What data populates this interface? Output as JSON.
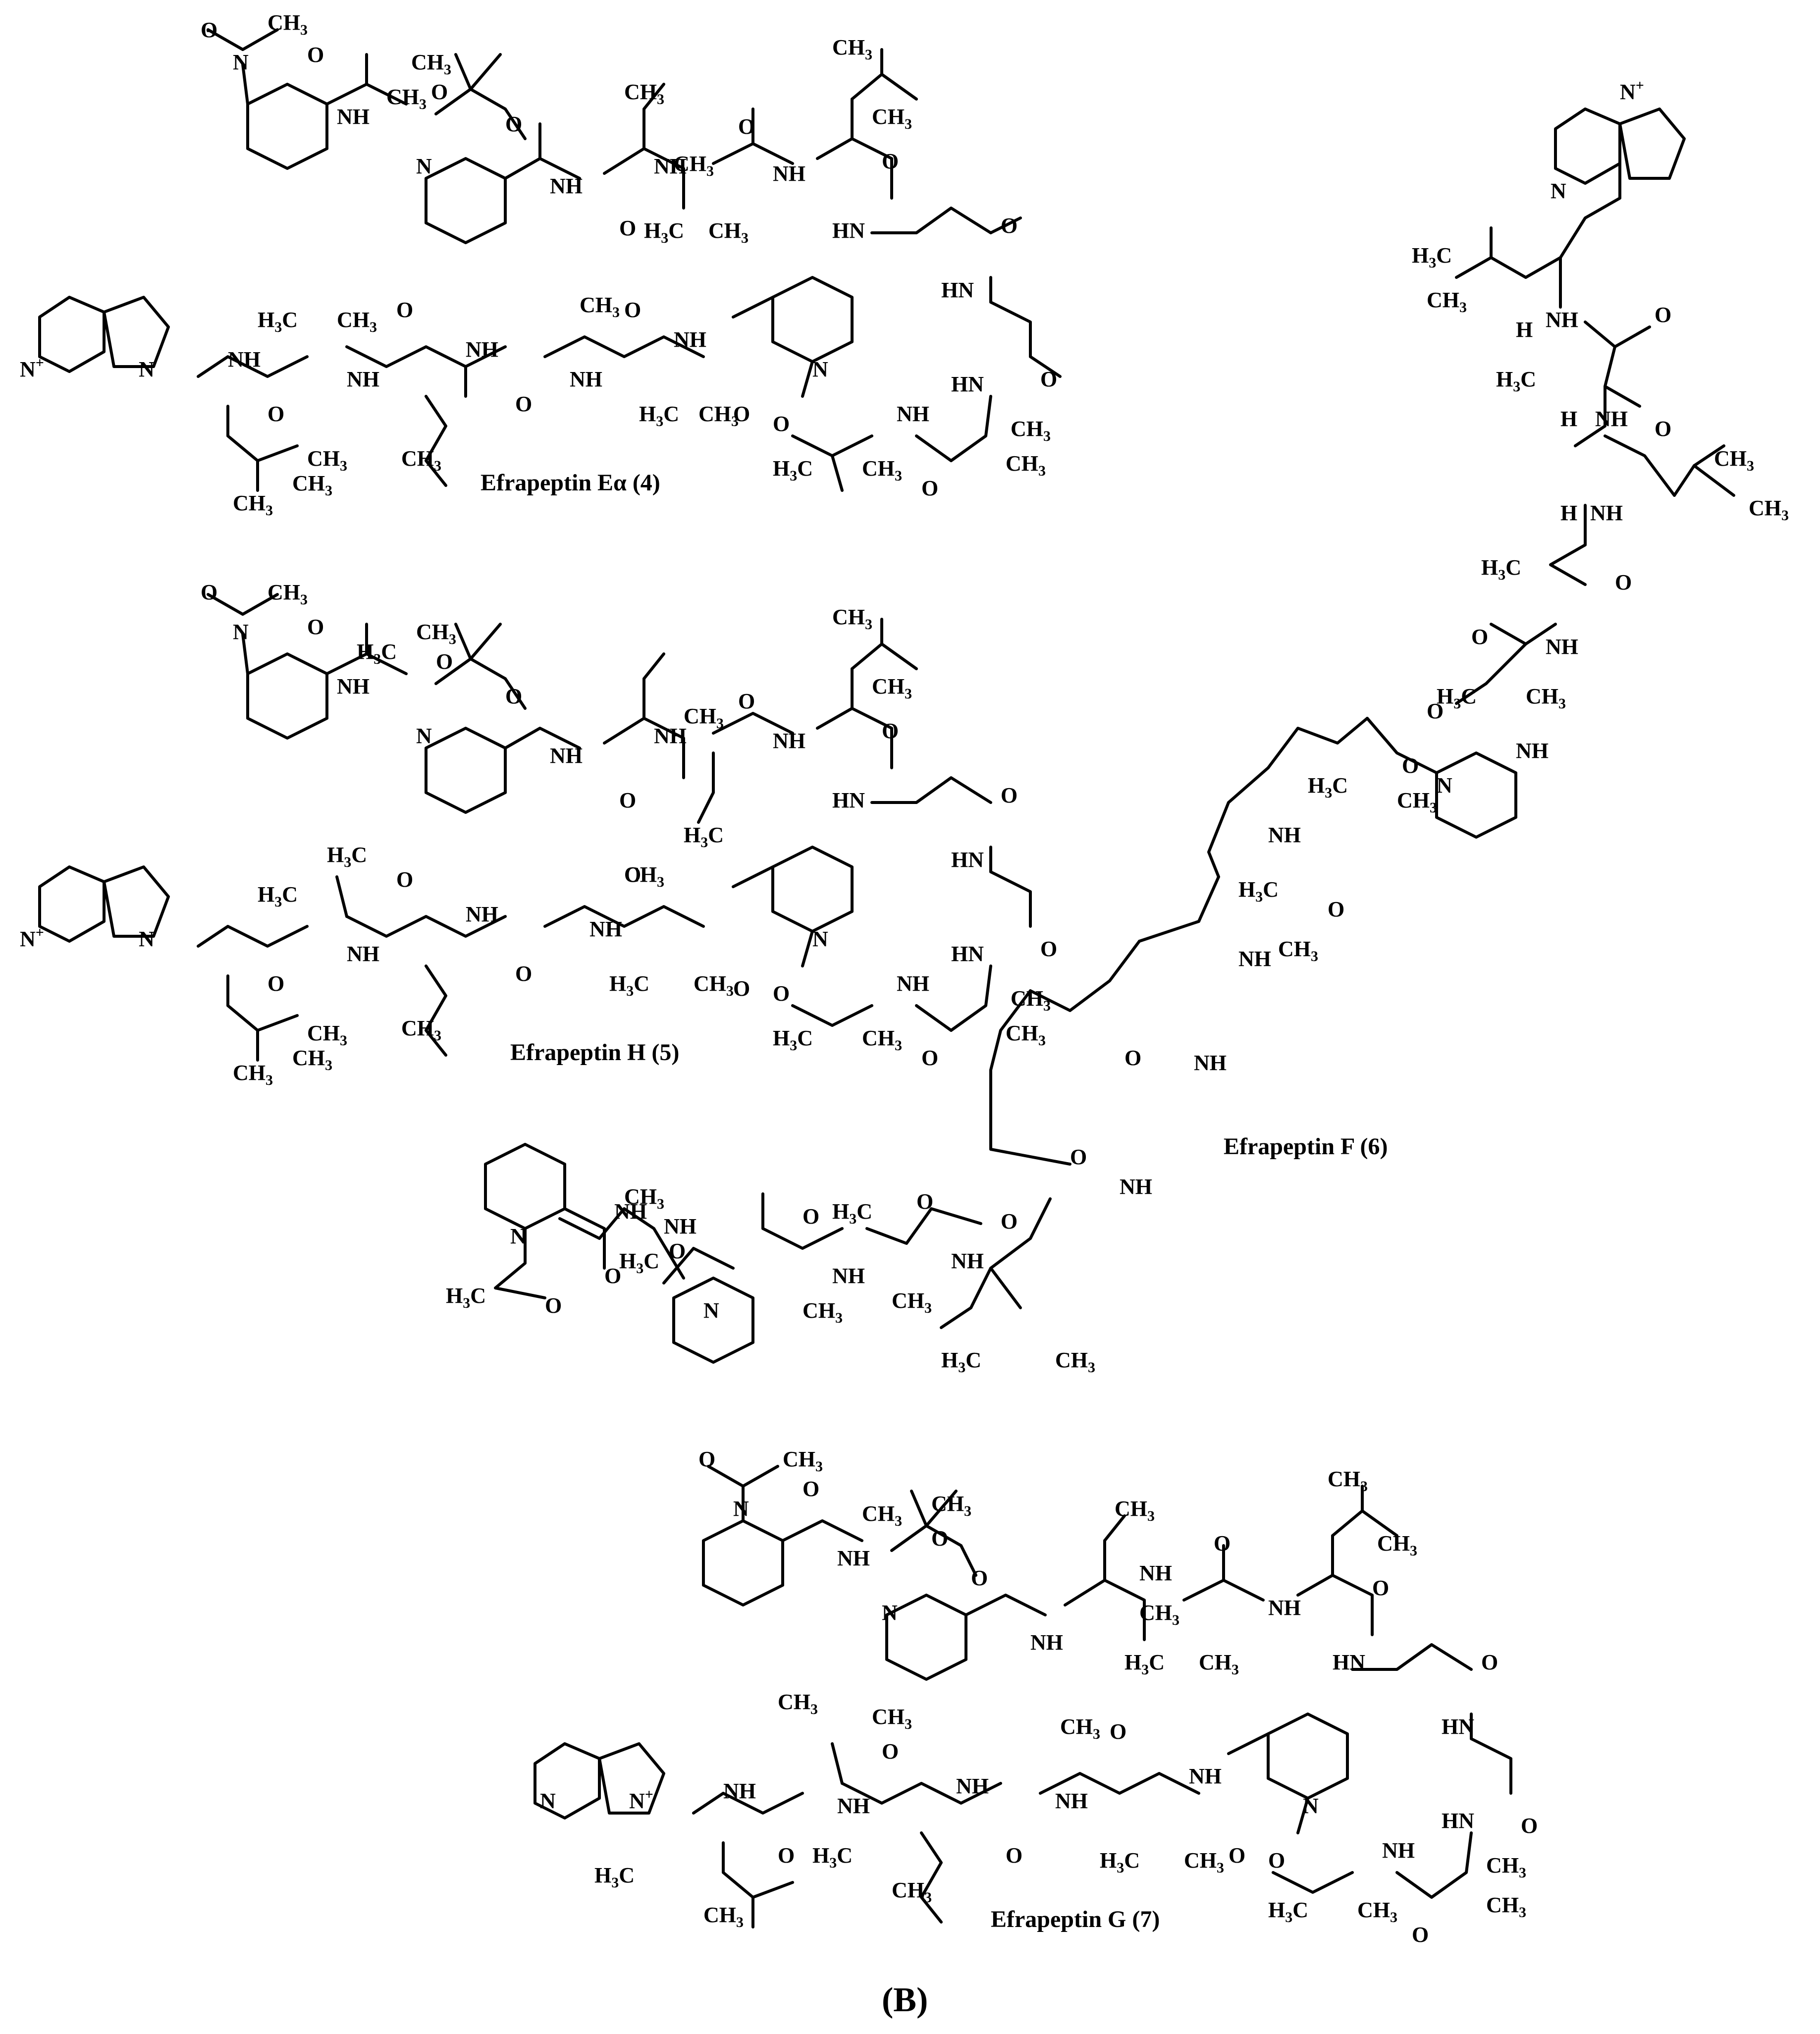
{
  "figure": {
    "panel_label": "(B)",
    "compounds": [
      {
        "id": "compound-4",
        "caption": "Efrapeptin Eα (4)"
      },
      {
        "id": "compound-5",
        "caption": "Efrapeptin H (5)"
      },
      {
        "id": "compound-6",
        "caption": "Efrapeptin F (6)"
      },
      {
        "id": "compound-7",
        "caption": "Efrapeptin G (7)"
      }
    ]
  },
  "atoms": {
    "O": "O",
    "N": "N",
    "NH": "NH",
    "HN": "HN",
    "H": "H",
    "NP": "N",
    "plus": "+",
    "CH3": "CH",
    "H3C": "H",
    "three": "3",
    "C": "C"
  }
}
